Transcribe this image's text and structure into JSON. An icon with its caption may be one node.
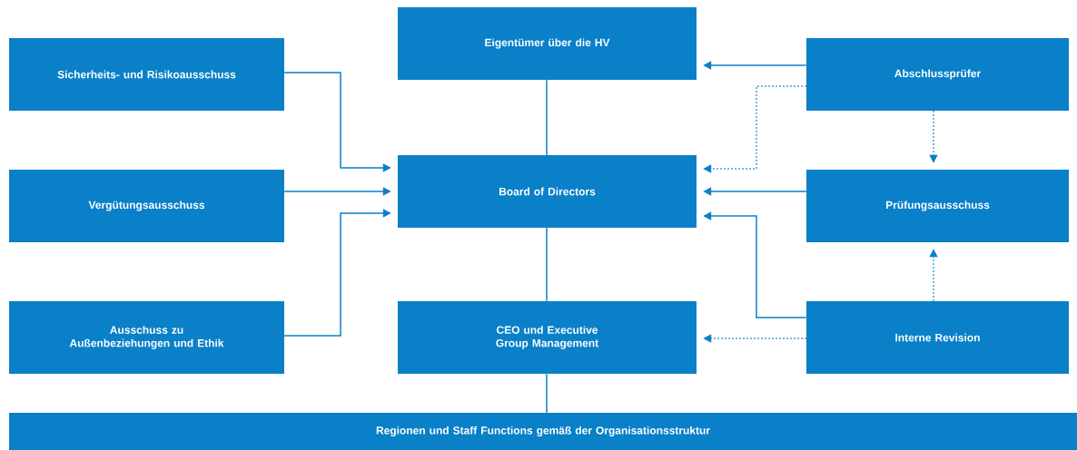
{
  "diagram": {
    "nodes": [
      {
        "text": [
          "Sicherheits- und Risikoausschuss"
        ]
      },
      {
        "text": [
          "Eigentümer über die HV"
        ]
      },
      {
        "text": [
          "Abschlussprüfer"
        ]
      },
      {
        "text": [
          "Vergütungsausschuss"
        ]
      },
      {
        "text": [
          "Board of Directors"
        ]
      },
      {
        "text": [
          "Prüfungsausschuss"
        ]
      },
      {
        "text": [
          "Ausschuss zu Außenbeziehungen und Ethik"
        ]
      },
      {
        "text": [
          "CEO und Executive Group Management"
        ]
      },
      {
        "text": [
          "Interne Revision"
        ]
      },
      {
        "text": [
          "Regionen und Staff Functions gemäß der Organisationsstruktur"
        ]
      }
    ],
    "edges": [
      {
        "from": 0,
        "to": 4,
        "arrow": "to"
      },
      {
        "from": 3,
        "to": 4,
        "arrow": "to"
      },
      {
        "from": 6,
        "to": 4,
        "arrow": "to"
      },
      {
        "from": 1,
        "to": 4,
        "arrow": "none"
      },
      {
        "from": 4,
        "to": 7,
        "arrow": "none"
      },
      {
        "from": 7,
        "to": 9,
        "arrow": "none"
      },
      {
        "from": 2,
        "to": 1,
        "arrow": "to"
      },
      {
        "from": 2,
        "to": 4,
        "arrow": "to",
        "style": "dashed"
      },
      {
        "from": 2,
        "to": 5,
        "arrow": "to",
        "style": "dashed"
      },
      {
        "from": 5,
        "to": 4,
        "arrow": "to"
      },
      {
        "from": 8,
        "to": 4,
        "arrow": "to"
      },
      {
        "from": 8,
        "to": 7,
        "arrow": "to",
        "style": "dashed"
      },
      {
        "from": 8,
        "to": 5,
        "arrow": "to",
        "style": "dashed"
      }
    ]
  }
}
